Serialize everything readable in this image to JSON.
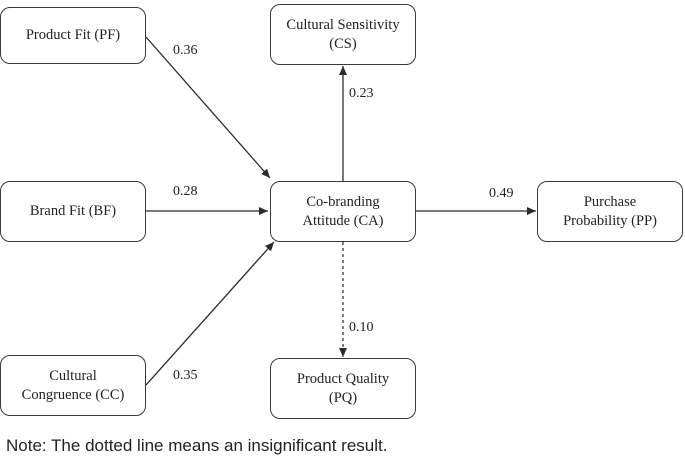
{
  "colors": {
    "line": "#2b2b2b",
    "box_border": "#3a3a3a",
    "text": "#222222"
  },
  "nodes": {
    "pf": {
      "line1": "Product Fit (PF)"
    },
    "bf": {
      "line1": "Brand Fit (BF)"
    },
    "cc": {
      "line1": "Cultural",
      "line2": "Congruence (CC)"
    },
    "cs": {
      "line1": "Cultural Sensitivity",
      "line2": "(CS)"
    },
    "ca": {
      "line1": "Co-branding",
      "line2": "Attitude (CA)"
    },
    "pp": {
      "line1": "Purchase",
      "line2": "Probability (PP)"
    },
    "pq": {
      "line1": "Product Quality",
      "line2": "(PQ)"
    }
  },
  "paths": [
    {
      "from": "PF",
      "to": "CA",
      "coefficient": "0.36",
      "style": "solid"
    },
    {
      "from": "BF",
      "to": "CA",
      "coefficient": "0.28",
      "style": "solid"
    },
    {
      "from": "CC",
      "to": "CA",
      "coefficient": "0.35",
      "style": "solid"
    },
    {
      "from": "CA",
      "to": "CS",
      "coefficient": "0.23",
      "style": "solid"
    },
    {
      "from": "CA",
      "to": "PP",
      "coefficient": "0.49",
      "style": "solid"
    },
    {
      "from": "CA",
      "to": "PQ",
      "coefficient": "0.10",
      "style": "dotted"
    }
  ],
  "note": "Note: The dotted line means an insignificant result."
}
